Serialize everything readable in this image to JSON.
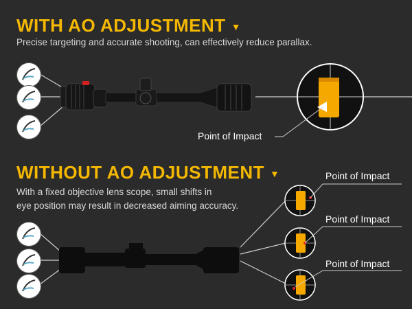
{
  "top_section": {
    "title": "WITH AO ADJUSTMENT",
    "subtitle": "Precise targeting and accurate shooting, can effectively reduce parallax.",
    "callout_label": "Point of Impact"
  },
  "bottom_section": {
    "title": "WITHOUT AO ADJUSTMENT",
    "subtitle_line1": "With a fixed objective lens scope, small shifts in",
    "subtitle_line2": "eye position may result in decreased aiming accuracy.",
    "callout_labels": [
      "Point of Impact",
      "Point of Impact",
      "Point of Impact"
    ]
  },
  "colors": {
    "background": "#2b2b2b",
    "accent": "#f5b800",
    "target": "#f5a800",
    "impact_dot": "#e02020"
  },
  "icons": {
    "title_marker": "▼",
    "eye_icon": "eye-icon",
    "scope_icon": "rifle-scope-icon",
    "target_icon": "crosshair-target-icon"
  }
}
